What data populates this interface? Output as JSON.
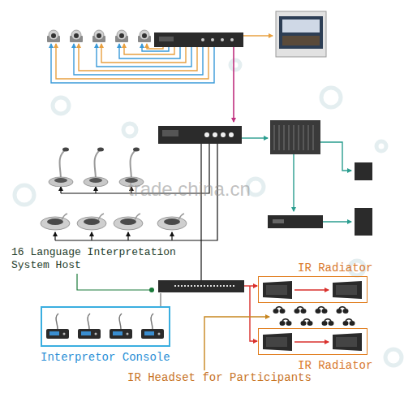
{
  "diagram": {
    "nodes": [
      {
        "text": [
          "IR Radiator"
        ]
      },
      {
        "text": [
          "IR Radiator"
        ]
      },
      {
        "text": [
          "Interpretor Console"
        ]
      }
    ],
    "labels": [
      "16 Language Interpretation System Host",
      "IR Headset for Participants",
      "trade.china.cn"
    ]
  }
}
